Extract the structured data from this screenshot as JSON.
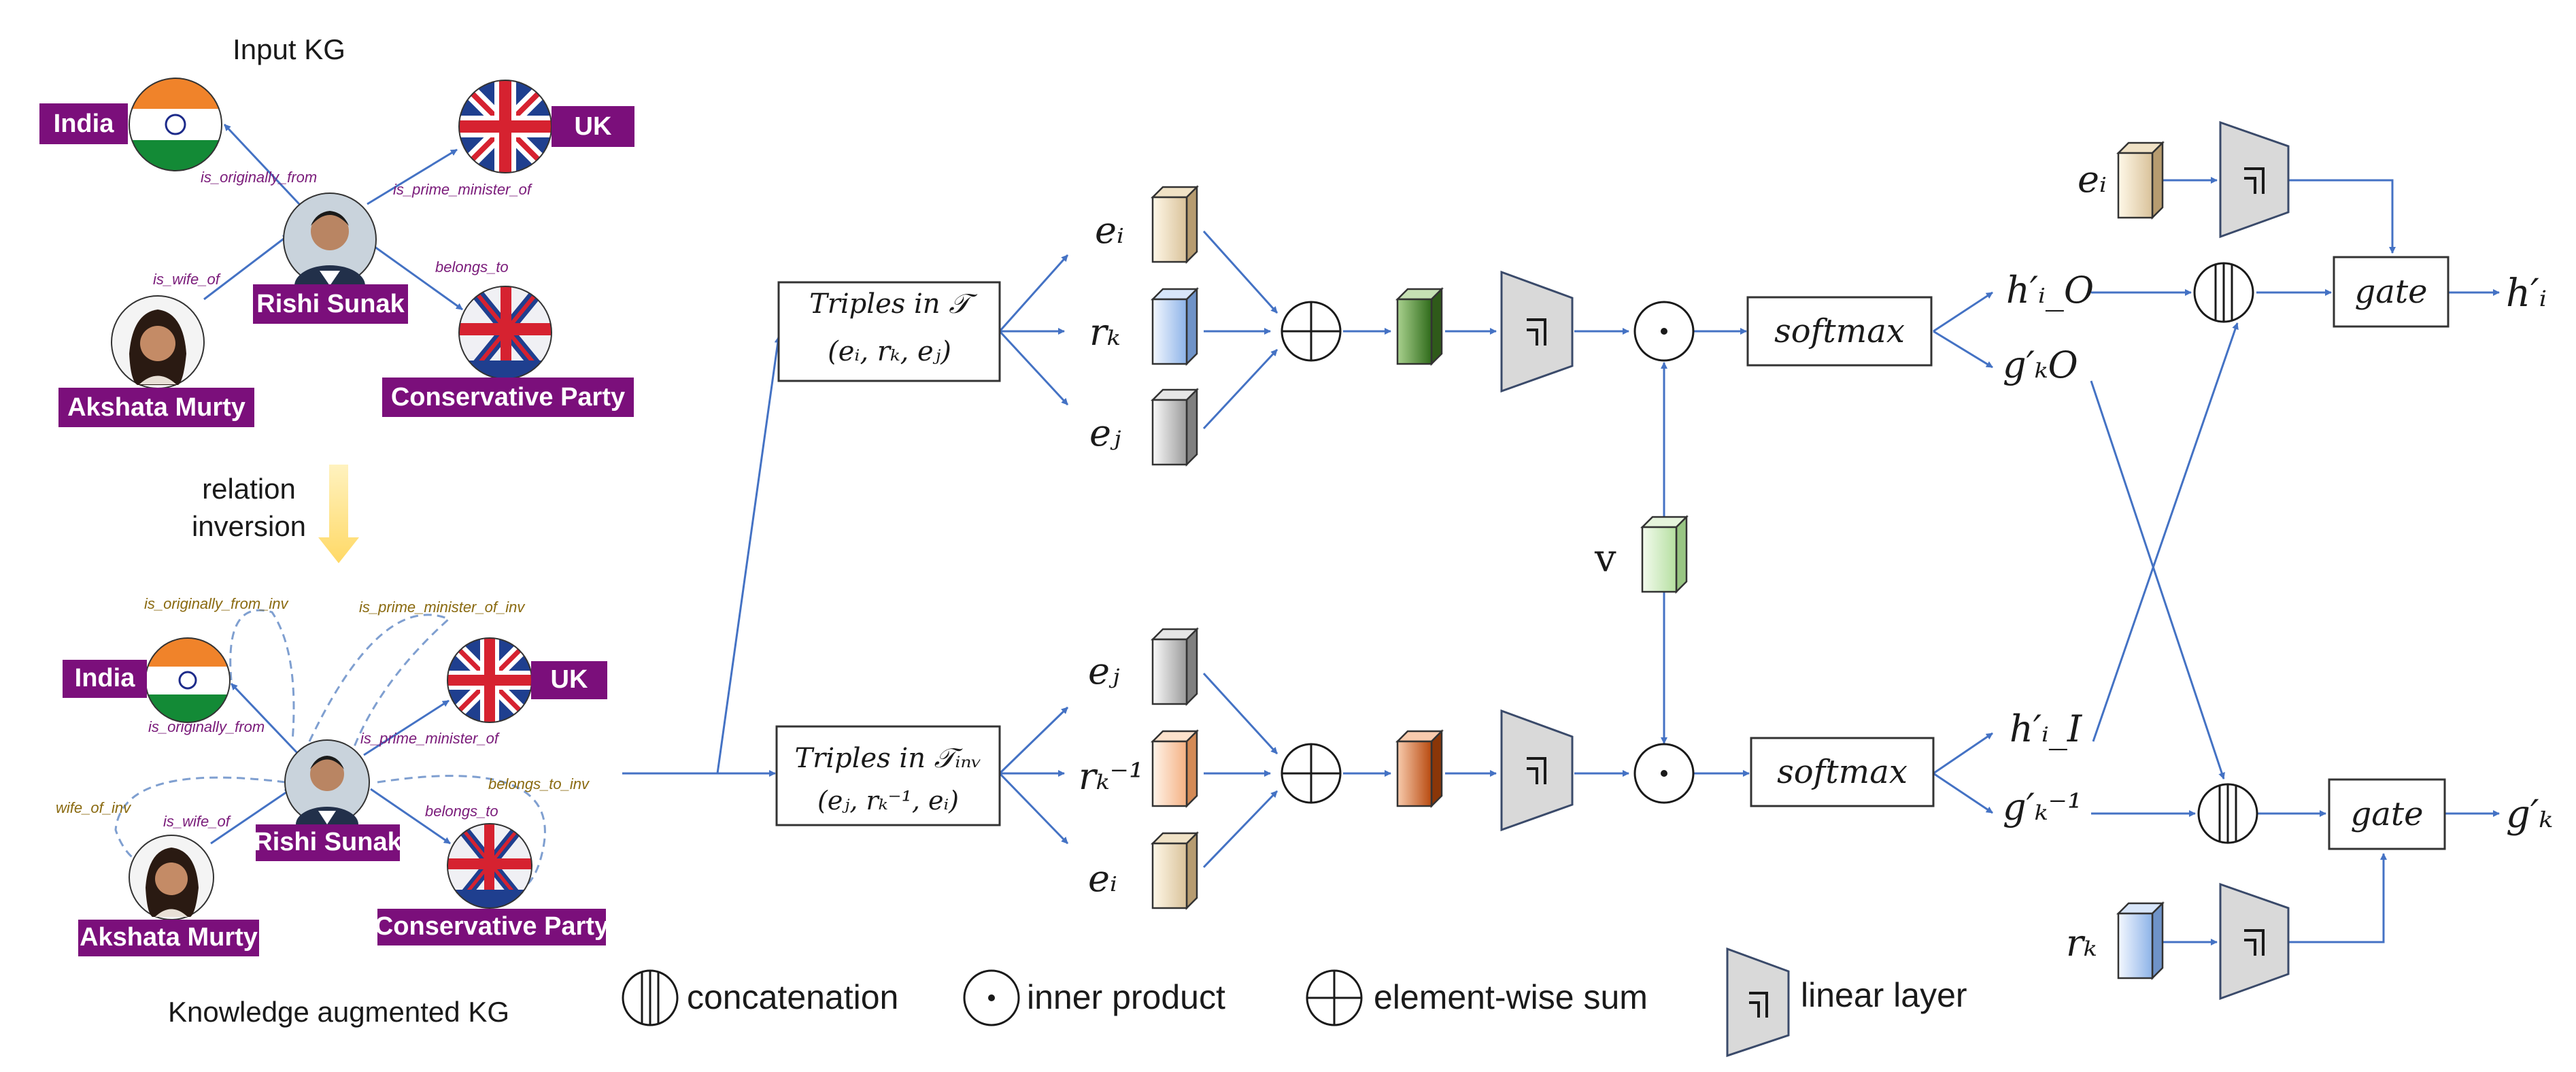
{
  "input_kg": {
    "title": "Input KG",
    "entities": {
      "india": "India",
      "uk": "UK",
      "rishi": "Rishi Sunak",
      "akshata": "Akshata Murty",
      "party": "Conservative Party"
    },
    "relations": {
      "originally_from": "is_originally_from",
      "prime_minister": "is_prime_minister_of",
      "wife": "is_wife_of",
      "belongs": "belongs_to"
    }
  },
  "inversion": {
    "label_line1": "relation",
    "label_line2": "inversion"
  },
  "augmented_kg": {
    "title": "Knowledge augmented KG",
    "entities": {
      "india": "India",
      "uk": "UK",
      "rishi": "Rishi Sunak",
      "akshata": "Akshata Murty",
      "party": "Conservative Party"
    },
    "relations": {
      "originally_from": "is_originally_from",
      "prime_minister": "is_prime_minister_of",
      "wife": "is_wife_of",
      "belongs": "belongs_to"
    },
    "inverse_relations": {
      "originally_from_inv": "is_originally_from_inv",
      "prime_minister_inv": "is_prime_minister_of_inv",
      "wife_inv": "wife_of_inv",
      "belongs_inv": "belongs_to_inv"
    }
  },
  "triples": {
    "forward_line1": "Triples in 𝒯",
    "forward_line2": "(eᵢ, rₖ, eⱼ)",
    "inverse_line1": "Triples in 𝒯ᵢₙᵥ",
    "inverse_line2": "(eⱼ, rₖ⁻¹, eᵢ)"
  },
  "embeddings": {
    "top": [
      "eᵢ",
      "rₖ",
      "eⱼ"
    ],
    "bottom": [
      "eⱼ",
      "rₖ⁻¹",
      "eᵢ"
    ],
    "v": "v"
  },
  "softmax": "softmax",
  "outputs": {
    "h_o": "h′ᵢ_O",
    "g_o": "g′ₖO",
    "h_i": "h′ᵢ_I",
    "g_inv": "g′ₖ⁻¹",
    "h_final": "h′ᵢ",
    "g_final": "g′ₖ",
    "gate": "gate",
    "e_i": "eᵢ",
    "r_k": "rₖ"
  },
  "legend": {
    "concat": "concatenation",
    "inner": "inner product",
    "sum": "element-wise sum",
    "linear": "linear layer"
  },
  "colors": {
    "arrow": "#4472c4",
    "purple_label": "#7b0f7b",
    "linear_fill": "#d9d9d9",
    "inversion_arrow": "#ffe69a"
  }
}
